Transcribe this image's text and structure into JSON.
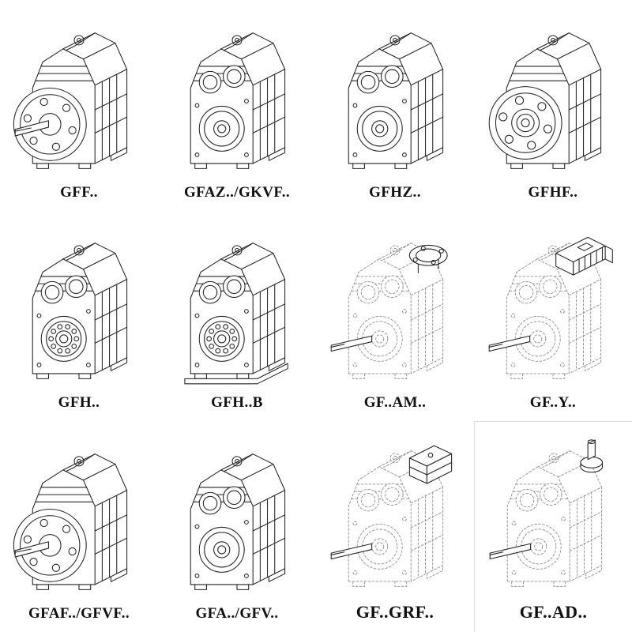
{
  "page": {
    "background": "#ffffff",
    "ink_color": "#232323",
    "phantom_color": "#909090"
  },
  "catalog": {
    "items": [
      {
        "label": "GFF..",
        "symbol": "#gb-flange-shaft",
        "drawing": "gearbox-output-flange-with-solid-shaft"
      },
      {
        "label": "GFAZ../GKVF..",
        "symbol": "#gb-bores",
        "drawing": "gearbox-hollow-shaft-bores"
      },
      {
        "label": "GFHZ..",
        "symbol": "#gb-bores",
        "drawing": "gearbox-hollow-shaft-bores"
      },
      {
        "label": "GFHF..",
        "symbol": "#gb-flange-hollow",
        "drawing": "gearbox-hollow-shaft-with-flange"
      },
      {
        "label": "GFH..",
        "symbol": "#gb-bearing",
        "drawing": "gearbox-hollow-shaft-with-bearing-ring"
      },
      {
        "label": "GFH..B",
        "symbol": "#gb-bearing-base",
        "drawing": "gearbox-hollow-shaft-bearing-with-baseplate"
      },
      {
        "label": "GF..AM..",
        "symbol": "#gb-dashed-topflange",
        "drawing": "phantom-gearbox-with-top-motor-flange"
      },
      {
        "label": "GF..Y..",
        "symbol": "#gb-dashed-motor",
        "drawing": "phantom-gearbox-with-mounted-motor"
      },
      {
        "label": "GFAF../GFVF..",
        "symbol": "#gb-flange-shaft",
        "drawing": "gearbox-output-flange-with-solid-shaft"
      },
      {
        "label": "GFA../GFV..",
        "symbol": "#gb-bores",
        "drawing": "gearbox-hollow-shaft-bores"
      },
      {
        "label": "GF..GRF..",
        "symbol": "#gb-dashed-inputbox",
        "drawing": "phantom-gearbox-with-input-adapter-box"
      },
      {
        "label": "GF..AD..",
        "symbol": "#gb-dashed-vshaft",
        "drawing": "phantom-gearbox-with-vertical-input-shaft"
      }
    ]
  }
}
